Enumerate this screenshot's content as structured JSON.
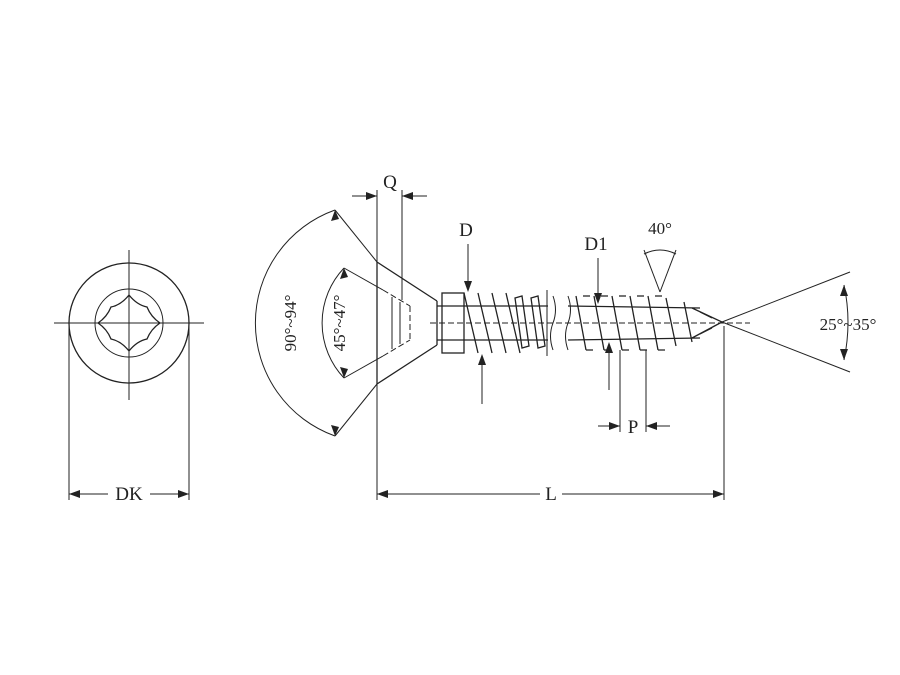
{
  "labels": {
    "head_diameter": "DK",
    "head_height": "Q",
    "thread_diameter": "D",
    "core_diameter": "D1",
    "thread_angle": "40°",
    "head_angle": "90°~94°",
    "recess_angle": "45°~47°",
    "point_angle": "25°~35°",
    "pitch": "P",
    "length": "L"
  },
  "icons": {
    "top_view": "torx-head-icon",
    "side_view": "countersunk-screw-icon"
  }
}
